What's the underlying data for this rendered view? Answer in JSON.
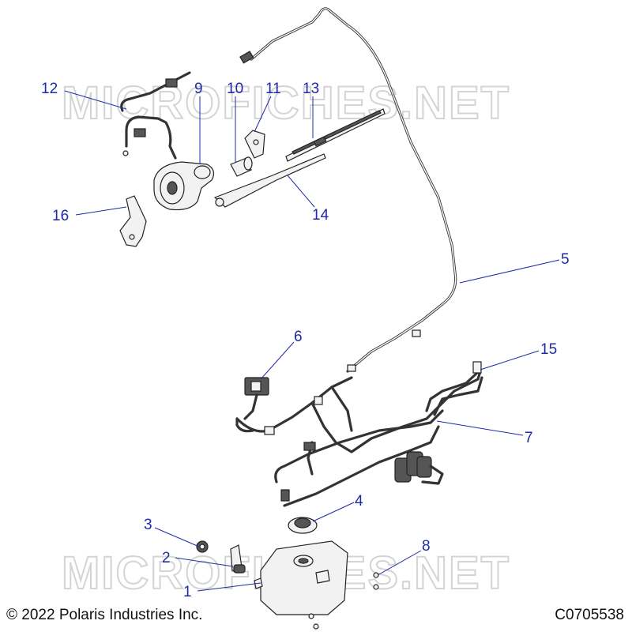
{
  "watermarks": [
    "MICROFICHES.NET",
    "MICROFICHES.NET"
  ],
  "callouts": [
    {
      "id": "1",
      "label": "1"
    },
    {
      "id": "2",
      "label": "2"
    },
    {
      "id": "3",
      "label": "3"
    },
    {
      "id": "4",
      "label": "4"
    },
    {
      "id": "5",
      "label": "5"
    },
    {
      "id": "6",
      "label": "6"
    },
    {
      "id": "7",
      "label": "7"
    },
    {
      "id": "8",
      "label": "8"
    },
    {
      "id": "9",
      "label": "9"
    },
    {
      "id": "10",
      "label": "10"
    },
    {
      "id": "11",
      "label": "11"
    },
    {
      "id": "12",
      "label": "12"
    },
    {
      "id": "13",
      "label": "13"
    },
    {
      "id": "14",
      "label": "14"
    },
    {
      "id": "15",
      "label": "15"
    },
    {
      "id": "16",
      "label": "16"
    }
  ],
  "footer": {
    "copyright": "© 2022 Polaris Industries Inc.",
    "doc_number": "C0705538"
  },
  "colors": {
    "callout": "#1f2aa6",
    "line_art": "#222222",
    "watermark": "#d4d4d4"
  }
}
